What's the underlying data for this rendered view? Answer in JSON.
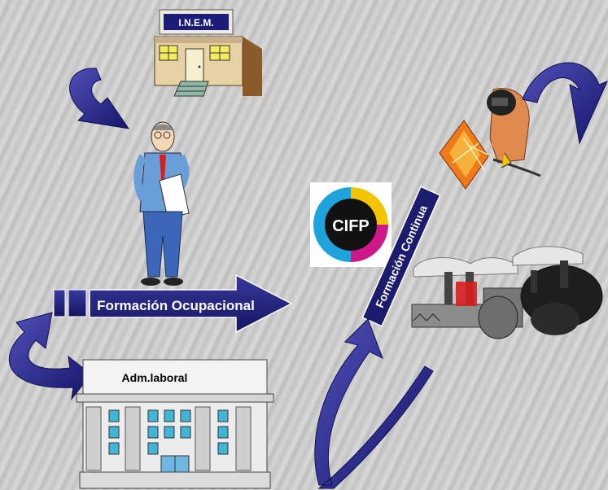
{
  "labels": {
    "inem": "I.N.E.M.",
    "adm_laboral": "Adm.laboral",
    "formacion_ocupacional": "Formación Ocupacional",
    "cifp": "CIFP",
    "formacion_continua": "Formación Continua"
  },
  "colors": {
    "arrow_dark": "#1b1b6e",
    "arrow_light": "#4a4ab0",
    "cifp_yellow": "#f2c500",
    "cifp_magenta": "#d0178a",
    "cifp_cyan": "#1ea3dc"
  }
}
